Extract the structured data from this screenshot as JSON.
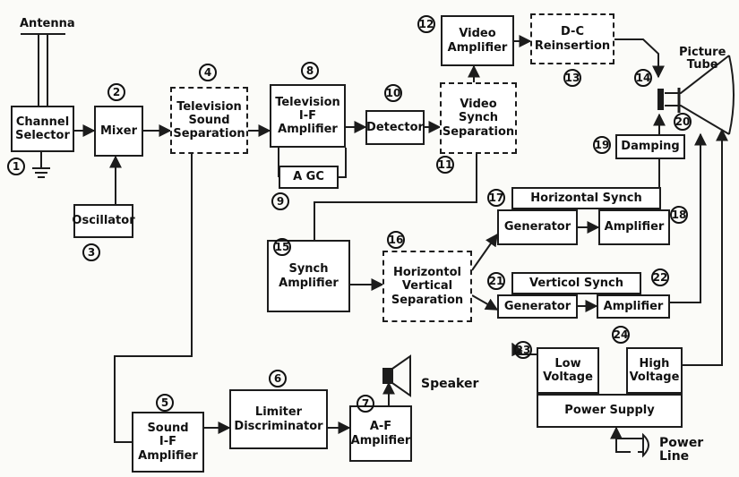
{
  "labels": {
    "antenna": "Antenna",
    "picture_tube": "Picture\nTube",
    "speaker": "Speaker",
    "power_line": "Power\nLine"
  },
  "blocks": {
    "channel_selector": "Channel\nSelector",
    "mixer": "Mixer",
    "oscillator": "Oscillator",
    "tv_sound_separation": "Television\nSound\nSeparation",
    "tv_if_amplifier": "Television\nI-F\nAmplifier",
    "agc": "A GC",
    "detector": "Detector",
    "video_synch_separation": "Video\nSynch\nSeparation",
    "video_amplifier": "Video\nAmplifier",
    "dc_reinsertion": "D-C\nReinsertion",
    "damping": "Damping",
    "horizontal_synch": "Horizontal Synch",
    "horizontal_generator": "Generator",
    "horizontal_amplifier": "Amplifier",
    "synch_amplifier": "Synch\nAmplifier",
    "horizontal_vertical_separation": "Horizontol\nVertical\nSeparation",
    "vertical_synch": "Verticol Synch",
    "vertical_generator": "Generator",
    "vertical_amplifier": "Amplifier",
    "low_voltage": "Low\nVoltage",
    "high_voltage": "High\nVoltage",
    "power_supply": "Power Supply",
    "sound_if_amplifier": "Sound\nI-F\nAmplifier",
    "limiter_discriminator": "Limiter\nDiscriminator",
    "af_amplifier": "A-F\nAmplifier"
  },
  "numbers": {
    "n1": "1",
    "n2": "2",
    "n3": "3",
    "n4": "4",
    "n5": "5",
    "n6": "6",
    "n7": "7",
    "n8": "8",
    "n9": "9",
    "n10": "10",
    "n11": "11",
    "n12": "12",
    "n13": "13",
    "n14": "14",
    "n15": "15",
    "n16": "16",
    "n17": "17",
    "n18": "18",
    "n19": "19",
    "n20": "20",
    "n21": "21",
    "n22": "22",
    "n23": "23",
    "n24": "24"
  }
}
